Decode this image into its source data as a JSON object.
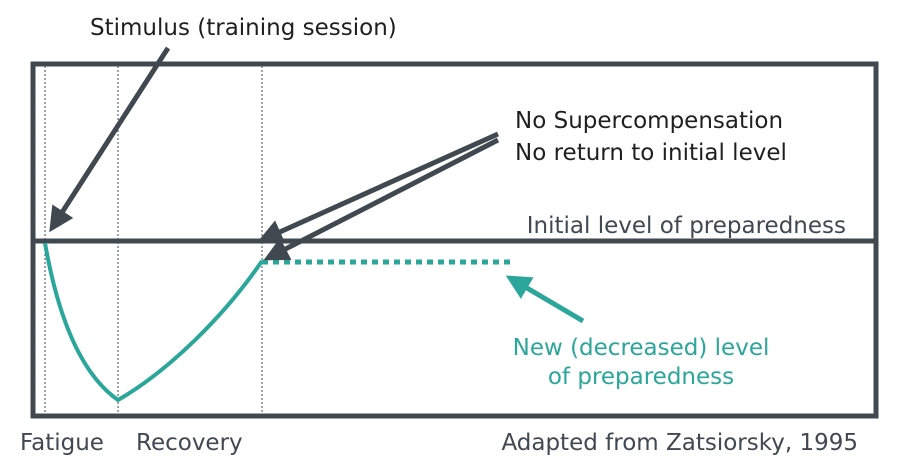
{
  "annotations": {
    "stimulus": "Stimulus (training session)",
    "no_supercomp_line1": "No Supercompensation",
    "no_supercomp_line2": "No return to initial level",
    "initial_level": "Initial level of preparedness",
    "new_level_line1": "New (decreased) level",
    "new_level_line2": "of preparedness"
  },
  "phases": {
    "fatigue": "Fatigue",
    "recovery": "Recovery"
  },
  "source": "Adapted from Zatsiorsky, 1995",
  "colors": {
    "frame": "#404850",
    "curve": "#2aa69a",
    "text": "#1f1f1f"
  }
}
